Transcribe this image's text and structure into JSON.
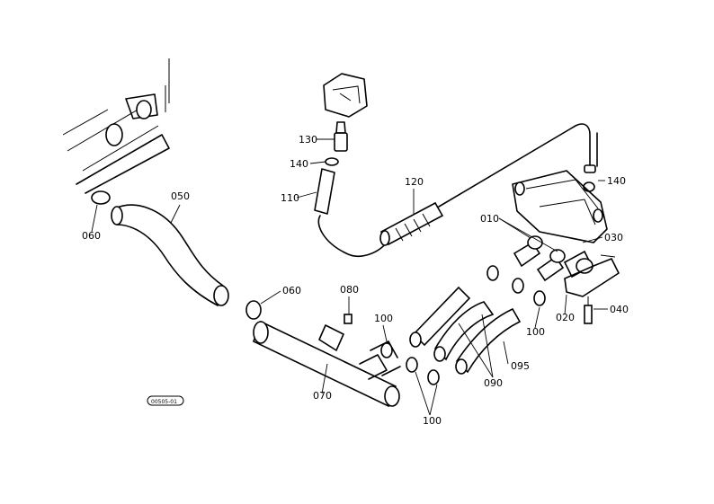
{
  "diagram": {
    "reference_tag": "00505-01",
    "callouts": {
      "c010": "010",
      "c020": "020",
      "c030": "030",
      "c040": "040",
      "c050": "050",
      "c060a": "060",
      "c060b": "060",
      "c070": "070",
      "c080": "080",
      "c090": "090",
      "c095": "095",
      "c100a": "100",
      "c100b": "100",
      "c100c": "100",
      "c110": "110",
      "c120": "120",
      "c130": "130",
      "c140a": "140",
      "c140b": "140"
    }
  }
}
